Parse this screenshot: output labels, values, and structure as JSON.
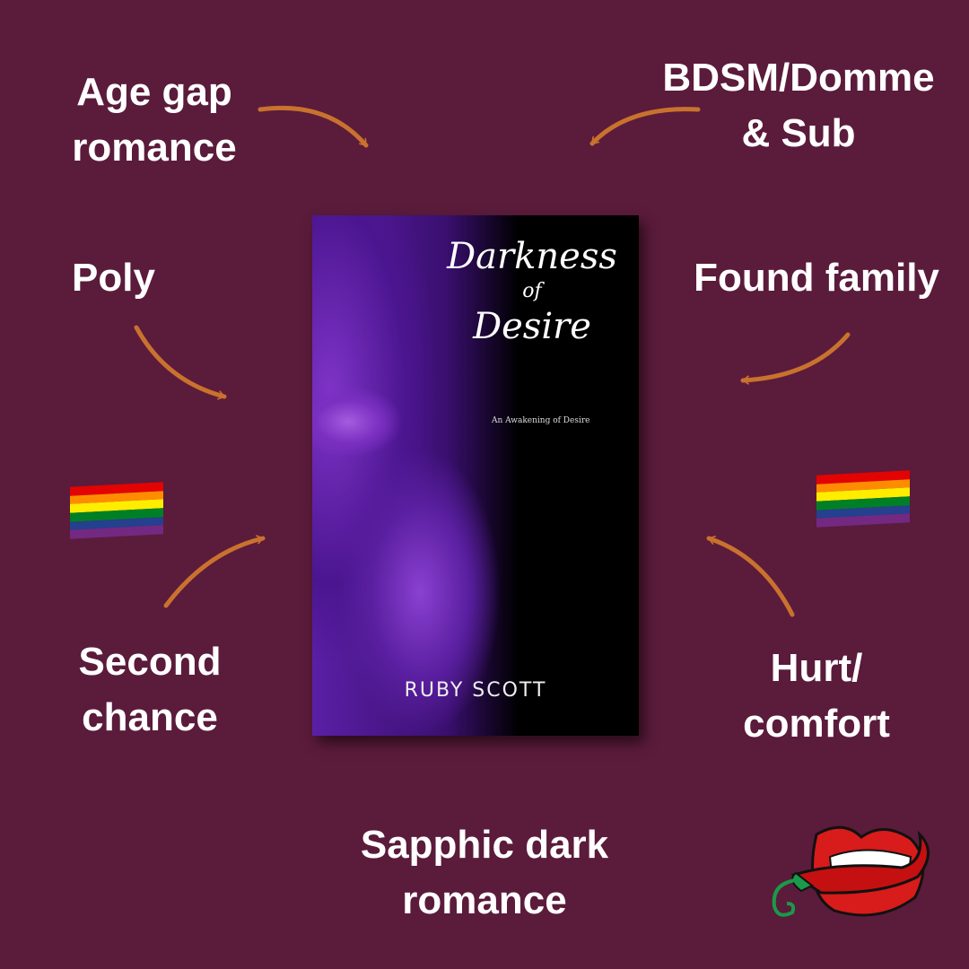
{
  "labels": {
    "age_gap": [
      "Age gap",
      "romance"
    ],
    "bdsm": [
      "BDSM/Domme",
      "& Sub"
    ],
    "poly": [
      "Poly"
    ],
    "found_family": [
      "Found family"
    ],
    "second_chance": [
      "Second",
      "chance"
    ],
    "hurt_comfort": [
      "Hurt/",
      "comfort"
    ],
    "sapphic": [
      "Sapphic dark",
      "romance"
    ]
  },
  "book": {
    "title_line1": "Darkness",
    "title_line2": "of",
    "title_line3": "Desire",
    "subtitle": "An Awakening of Desire",
    "author": "RUBY SCOTT"
  },
  "icons": {
    "flags": "rainbow-pride-flag",
    "logo": "lips-biting-chili-pepper"
  },
  "colors": {
    "background": "#5b1b3b",
    "text": "#ffffff",
    "arrow": "#c8722e",
    "flag": [
      "#e40303",
      "#ff8c00",
      "#ffed00",
      "#008026",
      "#24408e",
      "#732982"
    ]
  }
}
